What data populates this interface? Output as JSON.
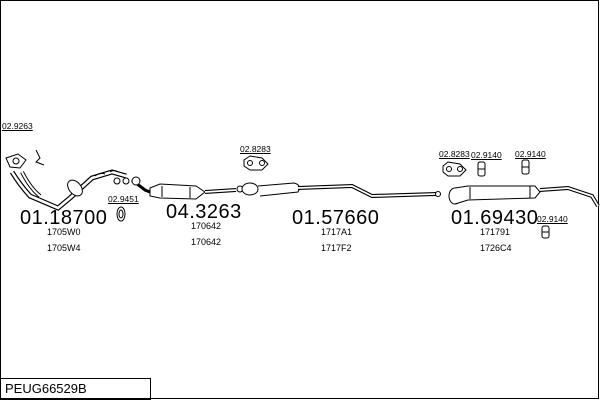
{
  "assembly_code": "PEUG66529B",
  "groups": [
    {
      "part_number": "01.18700",
      "references": [
        "1705W0",
        "1705W4"
      ],
      "accessories": [
        "02.9263",
        "02.9451"
      ]
    },
    {
      "part_number": "04.3263",
      "references": [
        "170642",
        "170642"
      ],
      "accessories": [
        "02.8283"
      ]
    },
    {
      "part_number": "01.57660",
      "references": [
        "1717A1",
        "1717F2"
      ],
      "accessories": []
    },
    {
      "part_number": "01.69430",
      "references": [
        "171791",
        "1726C4"
      ],
      "accessories": [
        "02.8283",
        "02.9140",
        "02.9140",
        "02.9140"
      ]
    }
  ]
}
